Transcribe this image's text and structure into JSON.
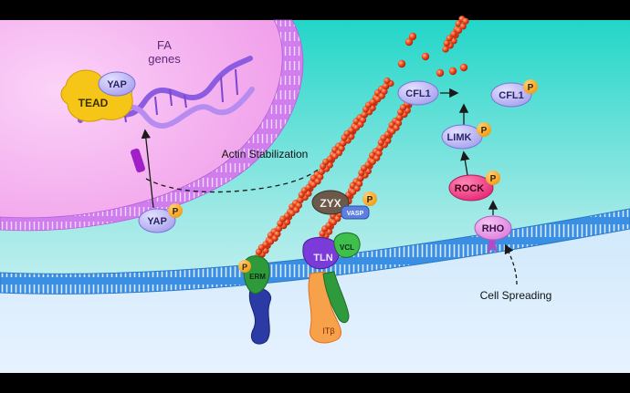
{
  "labels": {
    "fa_genes_line1": "FA",
    "fa_genes_line2": "genes",
    "tead": "TEAD",
    "yap_nucleus": "YAP",
    "yap_cytoplasm": "YAP",
    "phospho": "P",
    "actin_stabilization": "Actin Stabilization",
    "zyx": "ZYX",
    "vasp": "VASP",
    "vcl": "VCL",
    "tln": "TLN",
    "itb": "ITβ",
    "erm": "ERM",
    "cfl1": "CFL1",
    "cfl1_phospho": "CFL1",
    "limk": "LIMK",
    "rock": "ROCK",
    "rho": "RHO",
    "cell_spreading": "Cell Spreading"
  },
  "colors": {
    "cytoplasm_top": "#2fd9c9",
    "cytoplasm_bottom": "#d7f3f5",
    "nucleus": "#f6b8f2",
    "nuclear_membrane": "#c56be6",
    "plasma_membrane": "#2f8fe6",
    "actin": "#e8401c",
    "yap": "#b7b3f2",
    "tead": "#f5c518",
    "phospho": "#f4a419",
    "rock": "#ec2f7c"
  }
}
